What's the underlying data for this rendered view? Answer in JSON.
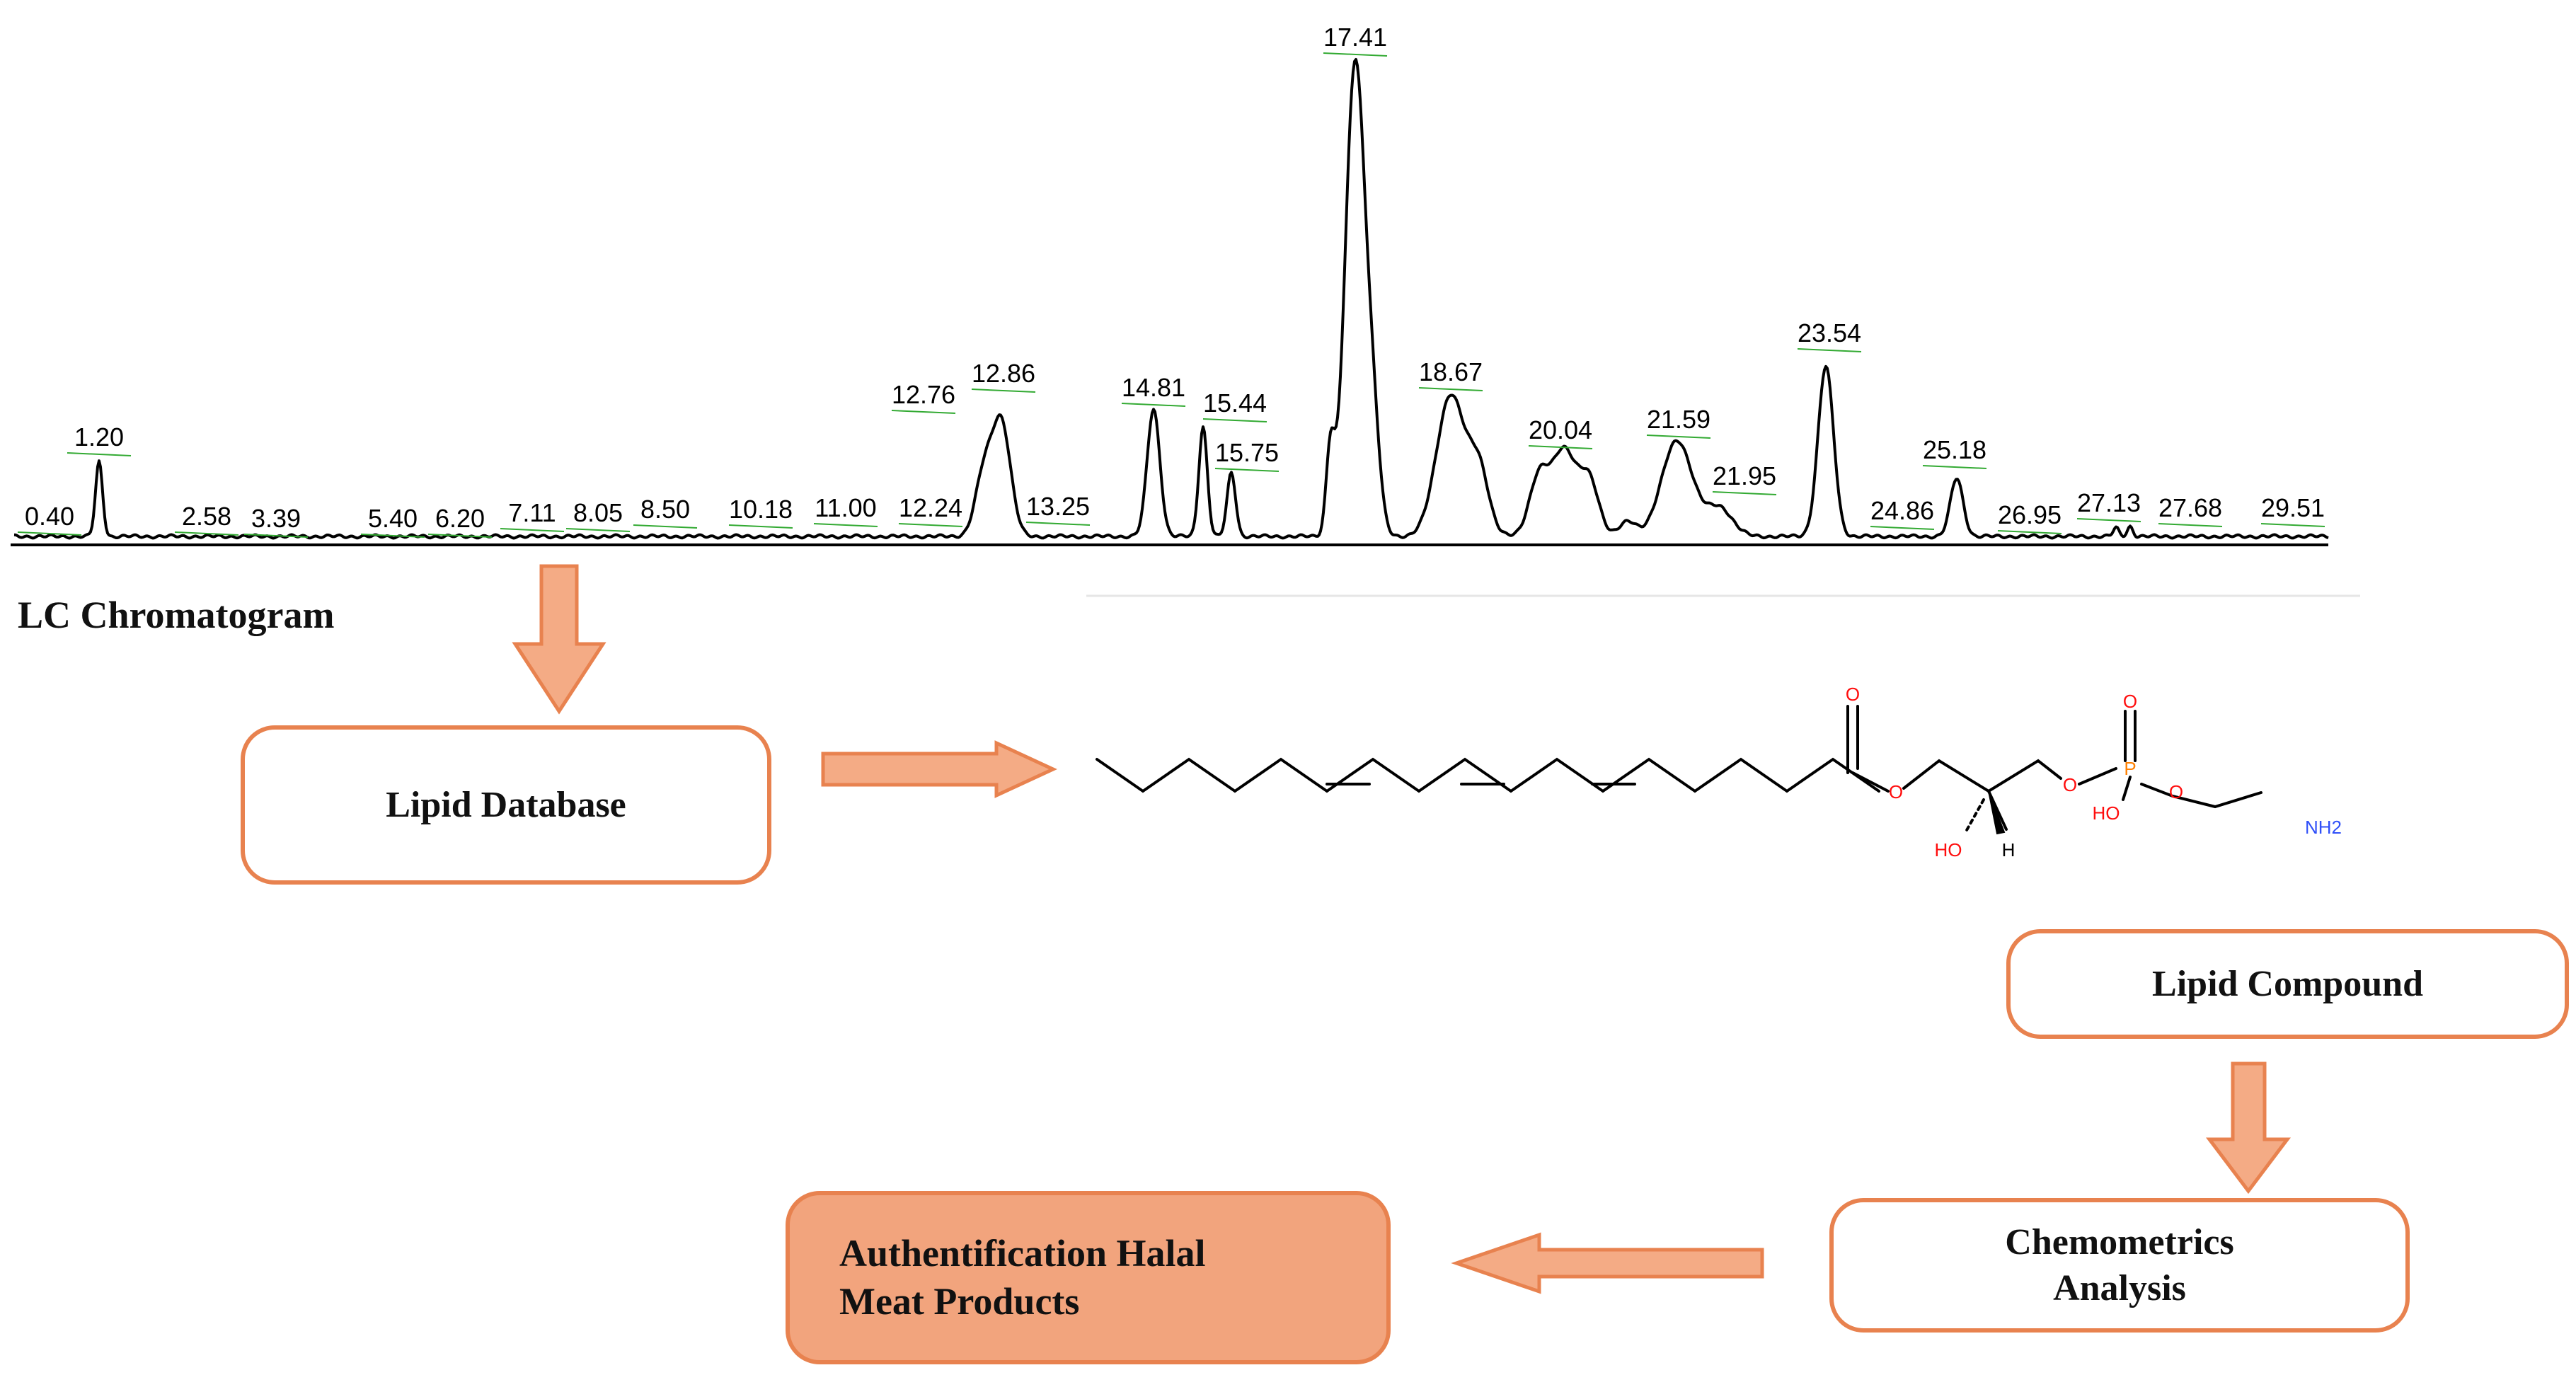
{
  "chromatogram": {
    "title": "LC Chromatogram",
    "peak_labels": [
      "0.40",
      "1.20",
      "2.58",
      "3.39",
      "5.40",
      "6.20",
      "7.11",
      "8.05",
      "8.50",
      "10.18",
      "11.00",
      "12.24",
      "12.76",
      "12.86",
      "13.25",
      "14.81",
      "15.44",
      "15.75",
      "17.41",
      "18.67",
      "20.04",
      "21.59",
      "21.95",
      "23.54",
      "24.86",
      "25.18",
      "26.95",
      "27.13",
      "27.68",
      "29.51"
    ]
  },
  "boxes": {
    "lipid_database": "Lipid Database",
    "lipid_compound": "Lipid Compound",
    "chemometrics": "Chemometrics\nAnalysis",
    "authentification": "Authentification Halal\nMeat Products"
  },
  "molecule": {
    "atom_labels": [
      "O",
      "O",
      "O",
      "O",
      "P",
      "HO",
      "O",
      "HO",
      "H",
      "NH2"
    ]
  },
  "colors": {
    "arrow_fill": "#f4ab85",
    "arrow_stroke": "#e8824f",
    "box_border": "#e8824f",
    "oxygen": "#ff0d0d",
    "phosphorus": "#ff8000",
    "nitrogen": "#3050f8",
    "baseline_marks": "#33aa33"
  }
}
